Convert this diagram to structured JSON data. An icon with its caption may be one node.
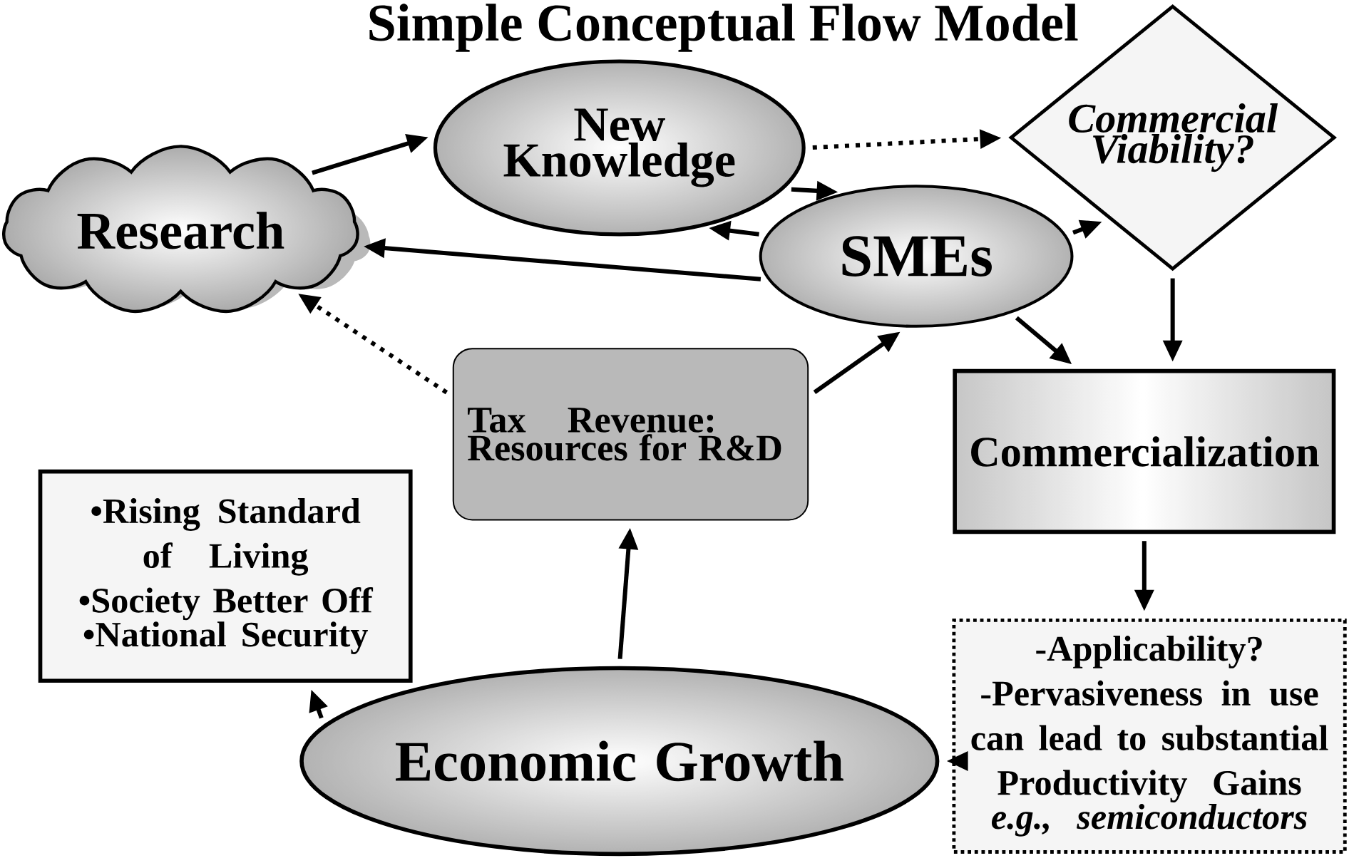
{
  "diagram": {
    "title": "Simple Conceptual Flow Model",
    "nodes": [
      {
        "text": [
          "Research"
        ]
      },
      {
        "text": [
          "New Knowledge"
        ]
      },
      {
        "text": [
          "Commercial Viability?"
        ]
      },
      {
        "text": [
          "SMEs"
        ]
      },
      {
        "text": [
          "Tax Revenue: Resources for R&D"
        ]
      },
      {
        "text": [
          "Commercialization"
        ]
      },
      {
        "text": [
          "•Rising Standard of Living",
          "•Society Better Off",
          "•National Security"
        ]
      },
      {
        "text": [
          "-Applicability?",
          "-Pervasiveness in use can lead to substantial Productivity Gains",
          "e.g., semiconductors"
        ]
      },
      {
        "text": [
          "Economic Growth"
        ]
      }
    ],
    "edges": [
      {
        "from": 0,
        "to": 1,
        "arrow": "to"
      },
      {
        "from": 1,
        "to": 2,
        "arrow": "to",
        "style": "dashed"
      },
      {
        "from": 1,
        "to": 3,
        "arrow": "to"
      },
      {
        "from": 3,
        "to": 1,
        "arrow": "to"
      },
      {
        "from": 3,
        "to": 0,
        "arrow": "to"
      },
      {
        "from": 3,
        "to": 2,
        "arrow": "to"
      },
      {
        "from": 3,
        "to": 5,
        "arrow": "to"
      },
      {
        "from": 4,
        "to": 3,
        "arrow": "to"
      },
      {
        "from": 4,
        "to": 0,
        "arrow": "to",
        "style": "dashed"
      },
      {
        "from": 2,
        "to": 5,
        "arrow": "to"
      },
      {
        "from": 5,
        "to": 7,
        "arrow": "to"
      },
      {
        "from": 7,
        "to": 8,
        "arrow": "to"
      },
      {
        "from": 8,
        "to": 4,
        "arrow": "to"
      },
      {
        "from": 8,
        "to": 6,
        "arrow": "to"
      }
    ]
  }
}
